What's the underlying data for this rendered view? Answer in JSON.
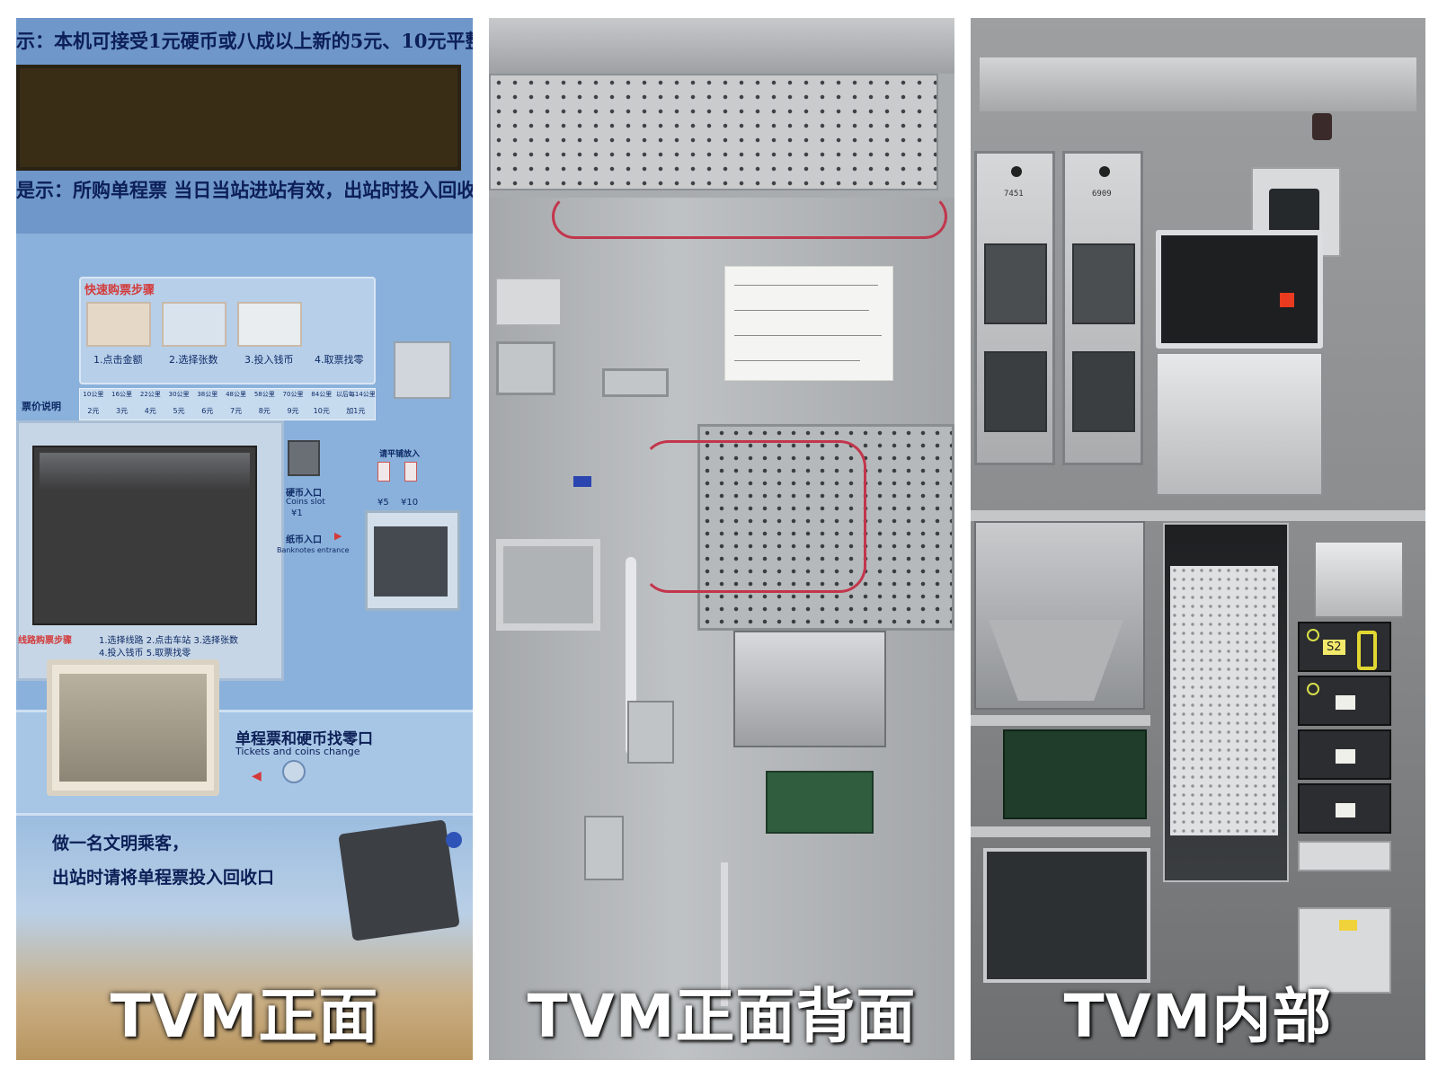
{
  "panels": [
    {
      "caption": "TVM正面",
      "notice_top": "示：本机可接受1元硬币或八成以上新的5元、10元平整纟",
      "notice_validity": "是示：所购单程票 当日当站进站有效，出站时投入回收口",
      "quick_steps_title": "快速购票步骤",
      "quick_steps": [
        "1.点击金额",
        "2.选择张数",
        "3.投入钱币",
        "4.取票找零"
      ],
      "fare_label": "票价说明",
      "fare_distances": [
        "10公里",
        "16公里",
        "22公里",
        "30公里",
        "38公里",
        "48公里",
        "58公里",
        "70公里",
        "84公里",
        "以后每14公里"
      ],
      "fare_prices": [
        "2元",
        "3元",
        "4元",
        "5元",
        "6元",
        "7元",
        "8元",
        "9元",
        "10元",
        "加1元"
      ],
      "coin_slot_cn": "硬币入口",
      "coin_slot_en": "Coins slot",
      "coin_value": "¥1",
      "note_hint": "请平铺放入",
      "note_values": [
        "¥5",
        "¥10"
      ],
      "banknote_cn": "纸币入口",
      "banknote_en": "Banknotes entrance",
      "route_steps_title": "线路购票步骤",
      "route_steps_line1": "1.选择线路 2.点击车站 3.选择张数",
      "route_steps_line2": "4.投入钱币 5.取票找零",
      "change_cn": "单程票和硬币找零口",
      "change_en": "Tickets and coins change",
      "civil_line1": "做一名文明乘客，",
      "civil_line2": "出站时请将单程票投入回收口"
    },
    {
      "caption": "TVM正面背面"
    },
    {
      "caption": "TVM内部",
      "hopper_labels": [
        "7451",
        "6909"
      ],
      "cash_box_label": "S2"
    }
  ],
  "colors": {
    "front_blue": "#8ab1db",
    "front_dark_blue_text": "#0c1f56",
    "steel": "#a9acae",
    "interior": "#7d8184",
    "caption": "#ffffff",
    "accent_red": "#d33a3a",
    "wire_red": "#c2364c",
    "warning_yellow": "#e2d732"
  }
}
